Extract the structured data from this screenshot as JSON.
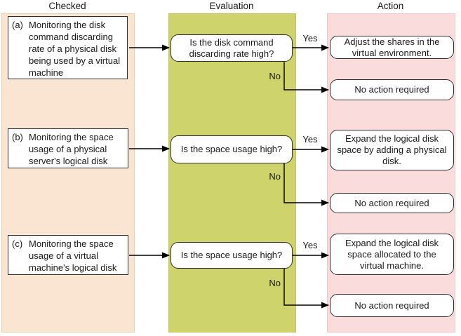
{
  "columns": [
    "Checked",
    "Evaluation",
    "Action"
  ],
  "rows": [
    {
      "checked_label": "(a)",
      "checked_text": "Monitoring the disk command discarding rate of a physical disk being used by a virtual machine",
      "evaluation": "Is the disk command discarding rate high?",
      "yes_label": "Yes",
      "no_label": "No",
      "yes_action": "Adjust the shares in the virtual environment.",
      "no_action": "No action required"
    },
    {
      "checked_label": "(b)",
      "checked_text": "Monitoring the space usage of a physical server's logical disk",
      "evaluation": "Is the space usage high?",
      "yes_label": "Yes",
      "no_label": "No",
      "yes_action": "Expand the logical disk space by adding a physical disk.",
      "no_action": "No action required"
    },
    {
      "checked_label": "(c)",
      "checked_text": "Monitoring the space usage of a virtual machine's logical disk",
      "evaluation": "Is the space usage high?",
      "yes_label": "Yes",
      "no_label": "No",
      "yes_action": "Expand the logical disk space allocated to the virtual machine.",
      "no_action": "No action required"
    }
  ],
  "colors": {
    "checked_band": "#f9e5d2",
    "evaluation_band": "#ced36b",
    "action_band": "#fbdcdd",
    "box_border": "#2e2e2e",
    "connector": "#000000"
  }
}
